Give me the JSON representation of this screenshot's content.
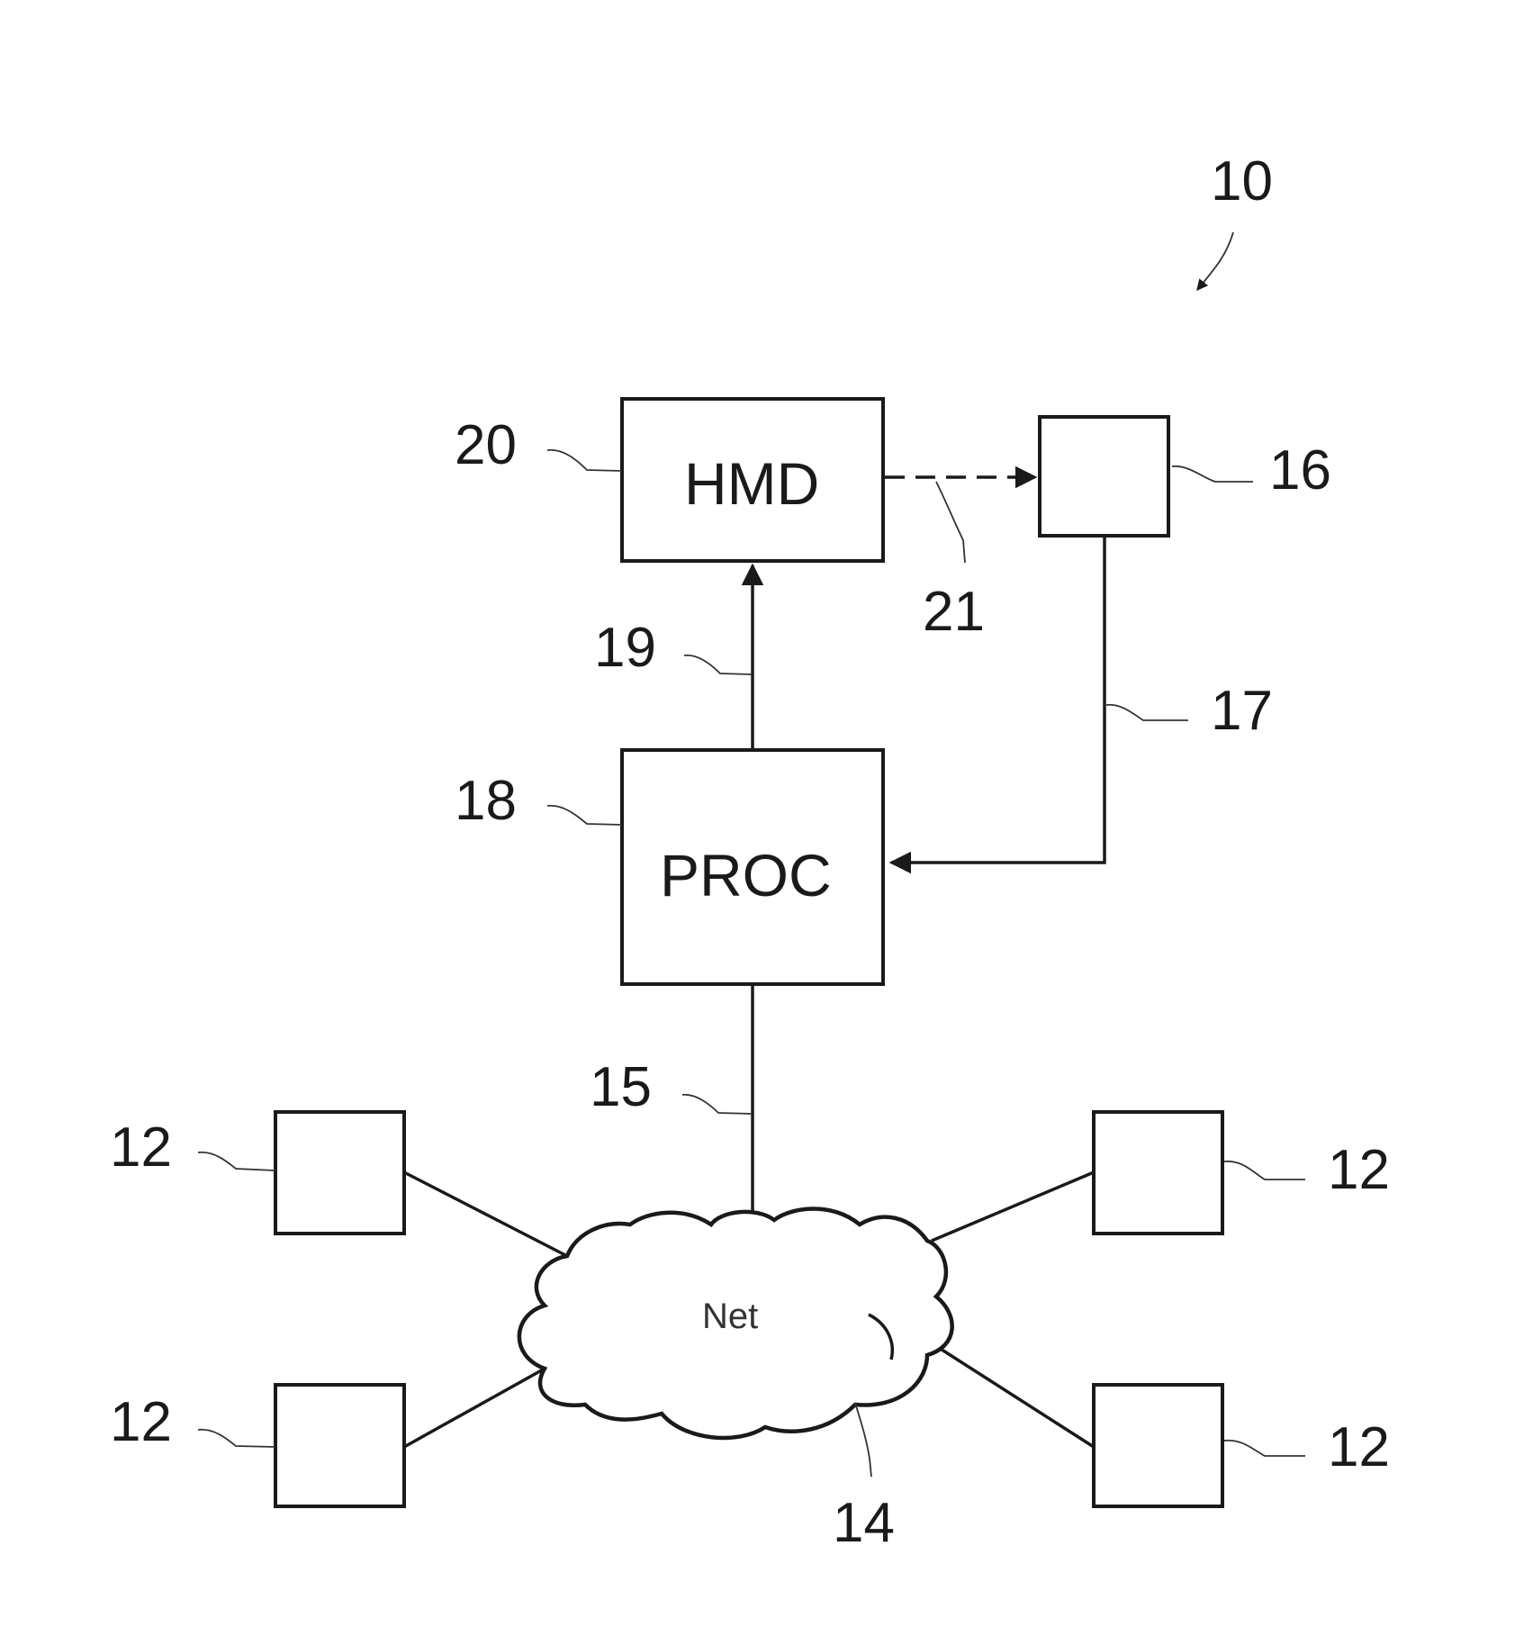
{
  "figure": {
    "system_ref": "10",
    "blocks": {
      "hmd": {
        "label": "HMD",
        "ref": "20"
      },
      "proc": {
        "label": "PROC",
        "ref": "18"
      },
      "device": {
        "label": "",
        "ref": "16"
      },
      "network": {
        "label": "Net",
        "ref": "14"
      },
      "clients": [
        {
          "ref": "12"
        },
        {
          "ref": "12"
        },
        {
          "ref": "12"
        },
        {
          "ref": "12"
        }
      ]
    },
    "connections": {
      "net_to_proc": {
        "ref": "15"
      },
      "device_to_proc": {
        "ref": "17"
      },
      "proc_to_hmd": {
        "ref": "19"
      },
      "hmd_to_device_dashed": {
        "ref": "21"
      }
    }
  }
}
